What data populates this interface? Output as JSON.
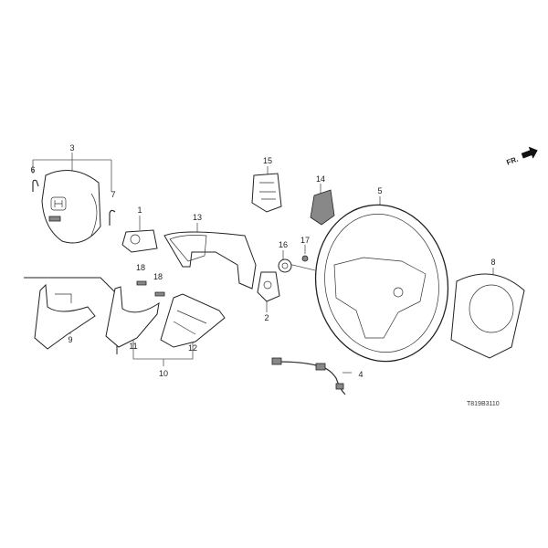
{
  "diagram": {
    "labels": {
      "p1": "1",
      "p2": "2",
      "p3": "3",
      "p4": "4",
      "p5": "5",
      "p6": "6",
      "p7": "7",
      "p8": "8",
      "p9": "9",
      "p10": "10",
      "p11": "11",
      "p12": "12",
      "p13": "13",
      "p14": "14",
      "p15": "15",
      "p16": "16",
      "p17": "17",
      "p18a": "18",
      "p18b": "18"
    },
    "direction_marker": "FR.",
    "drawing_code": "T819B3110"
  }
}
